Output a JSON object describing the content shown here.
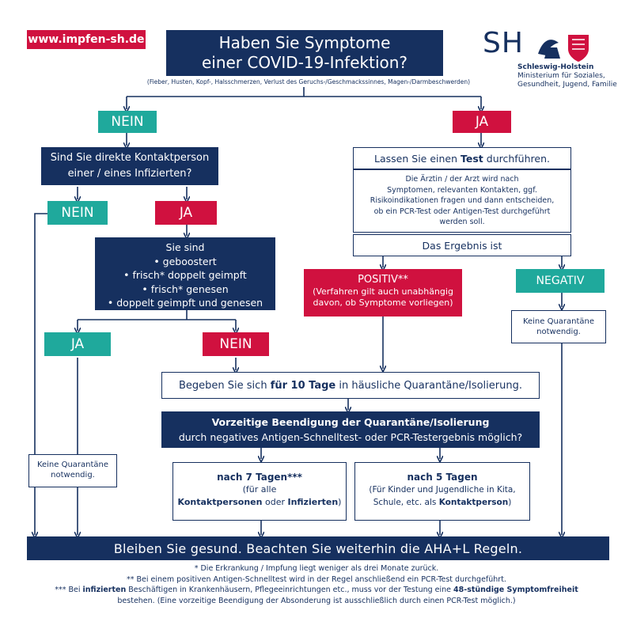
{
  "website": "www.impfen-sh.de",
  "logo": {
    "mark": "SH",
    "line1": "Schleswig-Holstein",
    "line2": "Ministerium für Soziales,",
    "line3": "Gesundheit, Jugend, Familie"
  },
  "question_symptoms": {
    "line1": "Haben Sie Symptome",
    "line2": "einer COVID-19-Infektion?",
    "note": "(Fieber, Husten, Kopf-, Halsschmerzen, Verlust des Geruchs-/Geschmackssinnes, Magen-/Darmbeschwerden)"
  },
  "no_symptoms_label": "NEIN",
  "yes_symptoms_label": "JA",
  "question_contact": {
    "line1": "Sind Sie direkte Kontaktperson",
    "line2": "einer / eines Infizierten?"
  },
  "no_contact_label": "NEIN",
  "yes_contact_label": "JA",
  "status_box": {
    "title": "Sie sind",
    "items": [
      "• geboostert",
      "• frisch* doppelt geimpft",
      "• frisch* genesen",
      "• doppelt geimpft und genesen"
    ]
  },
  "status_yes_label": "JA",
  "status_no_label": "NEIN",
  "no_quarantine_left": {
    "line1": "Keine Quarantäne",
    "line2": "notwendig."
  },
  "test_box": {
    "pre": "Lassen Sie einen ",
    "bold": "Test",
    "post": " durchführen."
  },
  "doctor_box": {
    "lines": [
      "Die Ärztin / der Arzt wird nach",
      "Symptomen, relevanten Kontakten, ggf.",
      "Risikoindikationen fragen und dann entscheiden,",
      "ob ein PCR-Test oder Antigen-Test durchgeführt",
      "werden soll."
    ]
  },
  "result_box": "Das Ergebnis ist",
  "positive_box": {
    "title": "POSITIV**",
    "line1": "(Verfahren gilt auch unabhängig",
    "line2": "davon, ob Symptome vorliegen)"
  },
  "negative_label": "NEGATIV",
  "no_quarantine_right": {
    "line1": "Keine Quarantäne",
    "line2": "notwendig."
  },
  "quarantine_box": {
    "pre": "Begeben Sie sich ",
    "bold": "für 10 Tage",
    "post": " in häusliche Quarantäne/Isolierung."
  },
  "early_end_box": {
    "line1": "Vorzeitige Beendigung der Quarantäne/Isolierung",
    "line2": "durch negatives Antigen-Schnelltest- oder PCR-Testergebnis möglich?"
  },
  "seven_days_box": {
    "title": "nach 7 Tagen***",
    "line1": "(für alle",
    "line2_bold1": "Kontaktpersonen",
    "line2_mid": " oder ",
    "line2_bold2": "Infizierten",
    "line2_end": ")"
  },
  "five_days_box": {
    "title": "nach 5 Tagen",
    "line1": "(Für Kinder und Jugendliche in Kita,",
    "line2_pre": "Schule, etc. als ",
    "line2_bold": "Kontaktperson",
    "line2_end": ")"
  },
  "final_banner": "Bleiben Sie gesund. Beachten Sie weiterhin die AHA+L Regeln.",
  "footnotes": {
    "f1": "* Die Erkrankung / Impfung liegt weniger als drei Monate zurück.",
    "f2": "** Bei einem positiven Antigen-Schnelltest wird in der Regel anschließend ein PCR-Test durchgeführt.",
    "f3_pre": "*** Bei ",
    "f3_bold1": "infizierten",
    "f3_mid": " Beschäftigen in Krankenhäusern, Pflegeeinrichtungen etc., muss vor der Testung eine ",
    "f3_bold2": "48-stündige Symptomfreiheit",
    "f4": "bestehen. (Eine vorzeitige Beendigung der Absonderung ist ausschließlich durch einen PCR-Test möglich.)"
  },
  "colors": {
    "navy": "#16305f",
    "teal": "#1fa99c",
    "red": "#d0113f"
  }
}
